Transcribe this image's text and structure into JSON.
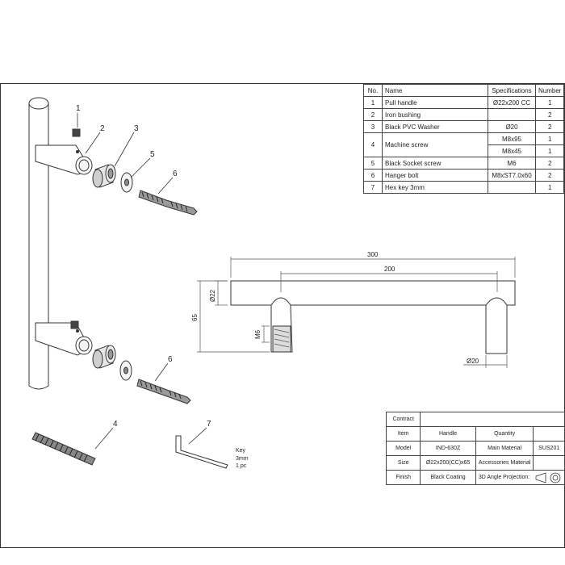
{
  "parts_table": {
    "headers": [
      "No.",
      "Name",
      "Specifications",
      "Number"
    ],
    "rows": [
      {
        "no": "1",
        "name": "Pull handle",
        "spec": "Ø22x200 CC",
        "number": "1"
      },
      {
        "no": "2",
        "name": "Iron bushing",
        "spec": "",
        "number": "2"
      },
      {
        "no": "3",
        "name": "Black PVC Washer",
        "spec": "Ø20",
        "number": "2"
      },
      {
        "no": "4",
        "name": "Machine screw",
        "spec": "M8x95",
        "number": "1",
        "spec2": "M8x45",
        "number2": "1"
      },
      {
        "no": "5",
        "name": "Black Socket screw",
        "spec": "M6",
        "number": "2"
      },
      {
        "no": "6",
        "name": "Hanger bolt",
        "spec": "M8xST7.0x60",
        "number": "2"
      },
      {
        "no": "7",
        "name": "Hex key  3mm",
        "spec": "",
        "number": "1"
      }
    ]
  },
  "callouts": [
    "1",
    "2",
    "3",
    "5",
    "6",
    "6",
    "4",
    "7"
  ],
  "key_note": [
    "Key",
    "3mm",
    "1 pc"
  ],
  "dimensions": {
    "overall_length": "300",
    "center_to_center": "200",
    "bar_diameter": "Ø22",
    "height": "65",
    "thread": "M6",
    "post_diameter": "Ø20"
  },
  "title_block": {
    "contract_label": "Contract",
    "item_label": "Item",
    "handle_label": "Handle",
    "quantity_label": "Quantity",
    "model_label": "Model",
    "model_value": "IND-630Z",
    "main_material_label": "Main Material",
    "main_material_value": "SUS201",
    "size_label": "Size",
    "size_value": "Ø22x200(CC)x65",
    "accessories_label": "Accessories Material",
    "finish_label": "Finish",
    "finish_value": "Black Coating",
    "projection_label": "3D Angle Projection:"
  }
}
